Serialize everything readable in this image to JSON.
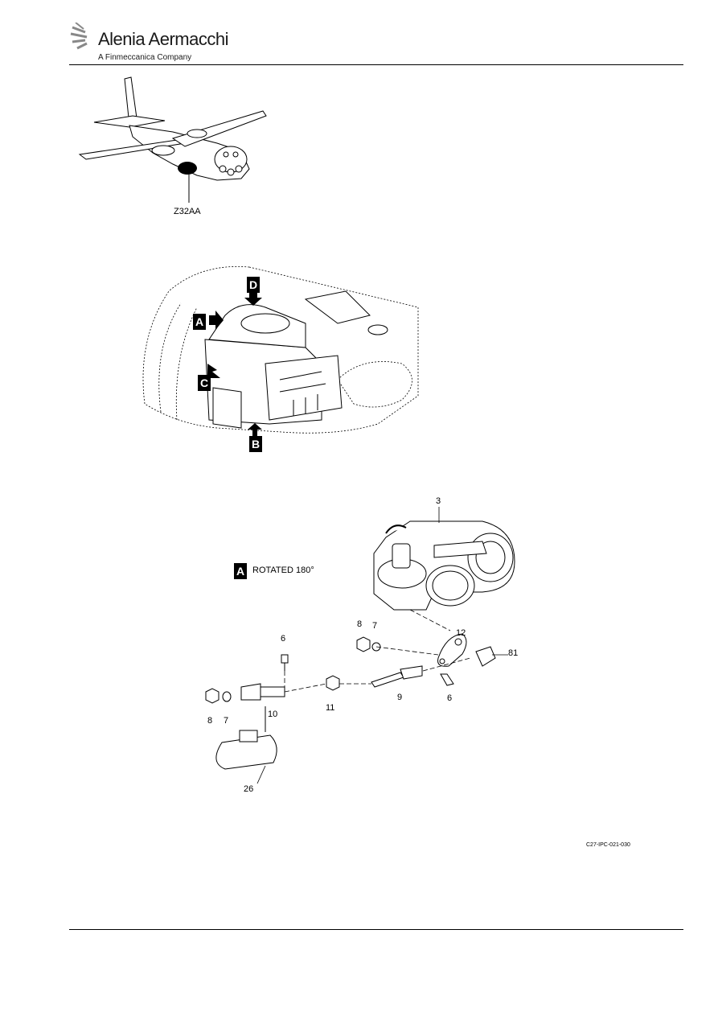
{
  "header": {
    "company": "Alenia Aermacchi",
    "subtitle": "A Finmeccanica Company"
  },
  "zone_label": "Z32AA",
  "view_letters": {
    "a": "A",
    "b": "B",
    "c": "C",
    "d": "D"
  },
  "detail": {
    "letter": "A",
    "caption": "ROTATED 180°"
  },
  "callouts": {
    "c3": "3",
    "c8a": "8",
    "c7a": "7",
    "c12": "12",
    "c81": "81",
    "c6a": "6",
    "c8b": "8",
    "c7b": "7",
    "c10": "10",
    "c11": "11",
    "c9": "9",
    "c6b": "6",
    "c26": "26"
  },
  "figure_ref": "C27-IPC-021-030"
}
